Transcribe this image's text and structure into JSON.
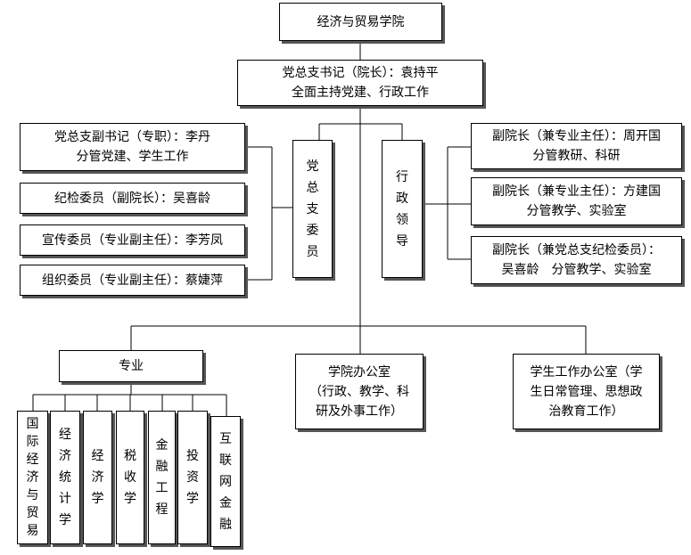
{
  "root": "经济与贸易学院",
  "party_secretary": "党总支书记（院长）：袁持平\n全面主持党建、行政工作",
  "party_committee": {
    "label": "党总支委员",
    "members": [
      "党总支副书记（专职）：李丹\n分管党建、学生工作",
      "纪检委员（副院长）：吴喜龄",
      "宣传委员（专业副主任）：李芳凤",
      "组织委员（专业副主任）：蔡婕萍"
    ]
  },
  "admin_leadership": {
    "label": "行政领导",
    "members": [
      "副院长（兼专业主任）：周开国\n分管教研、科研",
      "副院长（兼专业主任）：方建国\n分管教学、实验室",
      "副院长（兼党总支纪检委员）：\n吴喜龄　分管教学、实验室"
    ]
  },
  "majors": {
    "label": "专业",
    "items": [
      "国际经济与贸易",
      "经济统计学",
      "经济学",
      "税收学",
      "金融工程",
      "投资学",
      "互联网金融"
    ]
  },
  "college_office": "学院办公室\n（行政、教学、科\n研及外事工作）",
  "student_office": "学生工作办公室（学\n生日常管理、思想政\n治教育工作）"
}
